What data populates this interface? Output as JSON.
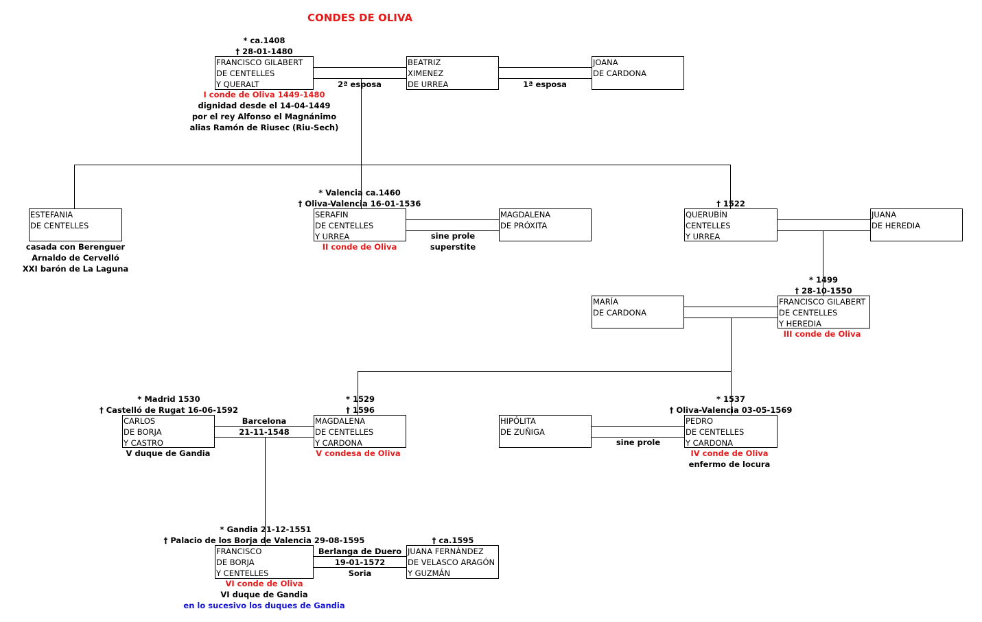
{
  "title": "CONDES DE OLIVA",
  "colors": {
    "red": "#e51b1b",
    "blue": "#1414d2",
    "line": "#000000"
  },
  "persons": {
    "francisco1": {
      "lines": [
        "FRANCISCO GILABERT",
        "DE CENTELLES",
        "Y QUERALT"
      ],
      "birth": "* ca.1408",
      "death": "† 28-01-1480",
      "title_red": "I conde de Oliva 1449-1480",
      "note1": "dignidad desde el 14-04-1449",
      "note2": "por el rey Alfonso el Magnánimo",
      "note3": "alias Ramón de Riusec (Riu-Sech)"
    },
    "beatriz": {
      "lines": [
        "BEATRIZ",
        "XIMENEZ",
        "DE URREA"
      ]
    },
    "joana": {
      "lines": [
        "JOANA",
        "DE CARDONA"
      ]
    },
    "estefania": {
      "lines": [
        "ESTEFANIA",
        "DE CENTELLES"
      ],
      "note1": "casada con Berenguer",
      "note2": "Arnaldo de Cervelló",
      "note3": "XXI barón de La Laguna"
    },
    "serafin": {
      "lines": [
        "SERAFIN",
        "DE CENTELLES",
        "Y URREA"
      ],
      "birth": "* Valencia ca.1460",
      "death": "† Oliva-Valencia 16-01-1536",
      "title_red": "II conde de Oliva"
    },
    "magdalena_proxita": {
      "lines": [
        "MAGDALENA",
        "DE PRÓXITA"
      ]
    },
    "querubin": {
      "lines": [
        "QUERUBÍN",
        "CENTELLES",
        "Y URREA"
      ],
      "death": "† 1522"
    },
    "juana_heredia": {
      "lines": [
        "JUANA",
        "DE HEREDIA"
      ]
    },
    "maria": {
      "lines": [
        "MARÍA",
        "DE CARDONA"
      ]
    },
    "francisco3": {
      "lines": [
        "FRANCISCO GILABERT",
        "DE CENTELLES",
        "Y HEREDIA"
      ],
      "birth": "* 1499",
      "death": "† 28-10-1550",
      "title_red": "III conde de Oliva"
    },
    "carlos": {
      "lines": [
        "CARLOS",
        "DE BORJA",
        "Y CASTRO"
      ],
      "birth": "* Madrid 1530",
      "death": "† Castelló de Rugat 16-06-1592",
      "note1": "V duque de Gandia"
    },
    "magdalena5": {
      "lines": [
        "MAGDALENA",
        "DE CENTELLES",
        "Y CARDONA"
      ],
      "birth": "* 1529",
      "death": "† 1596",
      "title_red": "V condesa de Oliva"
    },
    "hipolita": {
      "lines": [
        "HIPÓLITA",
        "DE ZUÑIGA"
      ]
    },
    "pedro": {
      "lines": [
        "PEDRO",
        "DE CENTELLES",
        "Y CARDONA"
      ],
      "birth": "* 1537",
      "death": "† Oliva-Valencia 03-05-1569",
      "title_red": "IV conde de Oliva",
      "note1": "enfermo de locura"
    },
    "francisco6": {
      "lines": [
        "FRANCISCO",
        "DE BORJA",
        "Y CENTELLES"
      ],
      "birth": "* Gandia 21-12-1551",
      "death": "† Palacio de los Borja de Valencia 29-08-1595",
      "title_red": "VI conde de Oliva",
      "note1": "VI duque de Gandia",
      "note_blue": "en lo sucesivo los duques de Gandia"
    },
    "juana6": {
      "lines": [
        "JUANA FERNÁNDEZ",
        "DE VELASCO ARAGÓN",
        "Y GUZMÁN"
      ],
      "death": "† ca.1595"
    }
  },
  "marriages": {
    "m1": "2ª esposa",
    "m2": "1ª esposa",
    "m3_1": "sine prole",
    "m3_2": "superstite",
    "m4_1": "Barcelona",
    "m4_2": "21-11-1548",
    "m5": "sine prole",
    "m6_1": "Berlanga de Duero",
    "m6_2": "19-01-1572",
    "m6_3": "Soria"
  }
}
